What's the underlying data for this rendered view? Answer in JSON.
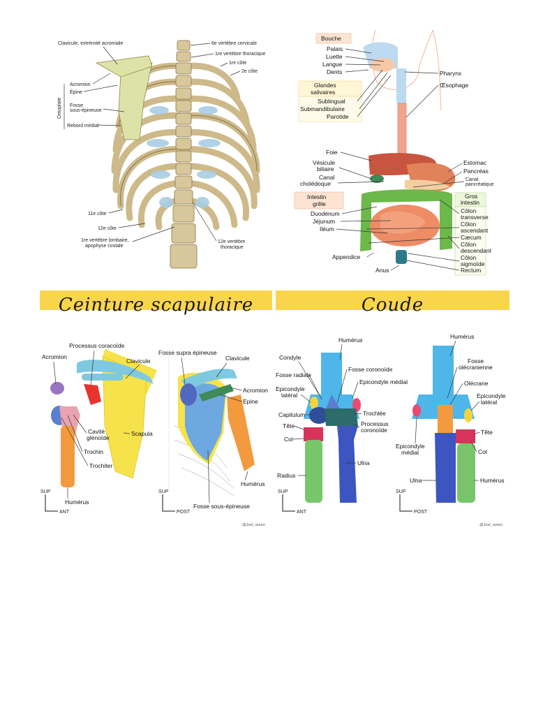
{
  "skeleton": {
    "labels": {
      "clavicule": "Clavicule, extrémité acromiale",
      "acromion": "Acromion",
      "epine": "Épine",
      "omoplate": "Omoplate",
      "fosse": "Fosse",
      "sous_epineuse": "sous-épineuse",
      "rebord": "Rebord médial",
      "c6": "6e vertèbre cervicale",
      "t1": "1re vertèbre thoracique",
      "cote1": "1re côte",
      "cote2": "2e côte",
      "cote11": "11e côte",
      "cote12": "12e côte",
      "l1_a": "1re vertèbre lombaire,",
      "l1_b": "apophyse costale",
      "t12_a": "12e vertèbre",
      "t12_b": "thoracique"
    }
  },
  "digestive": {
    "bouche": "Bouche",
    "palais": "Palais",
    "luette": "Luette",
    "langue": "Langue",
    "dents": "Dents",
    "glandes_a": "Glandes",
    "glandes_b": "salivaires",
    "sublingual": "Sublingual",
    "submandibulaire": "Submandibulaire",
    "parotide": "Parotide",
    "pharynx": "Pharynx",
    "oesophage": "Œsophage",
    "foie": "Foie",
    "vesicule_a": "Vésicule",
    "vesicule_b": "biliaire",
    "canal_a": "Canal",
    "canal_b": "cholédoque",
    "estomac": "Estomac",
    "pancreas": "Pancréas",
    "canal_panc_a": "Canal",
    "canal_panc_b": "pancréatique",
    "intestin_grele_a": "Intestin",
    "intestin_grele_b": "grêle",
    "gros_intestin_a": "Gros",
    "gros_intestin_b": "intestin",
    "duodenum": "Duodénum",
    "jejunum": "Jéjunum",
    "ileum": "Iléum",
    "colon_transverse_a": "Côlon",
    "colon_transverse_b": "transverse",
    "colon_ascendant_a": "Côlon",
    "colon_ascendant_b": "ascendant",
    "caecum": "Cæcum",
    "colon_descendant_a": "Côlon",
    "colon_descendant_b": "descendant",
    "colon_sigmoide_a": "Côlon",
    "colon_sigmoide_b": "sigmoïde",
    "rectum": "Rectum",
    "appendice": "Appendice",
    "anus": "Anus"
  },
  "banners": {
    "left": "Ceinture scapulaire",
    "right": "Coude"
  },
  "shoulder": {
    "acromion": "Acromion",
    "processus": "Processus coracoïde",
    "clavicule": "Clavicule",
    "cavite_a": "Cavité",
    "cavite_b": "glénoïde",
    "trochin": "Trochin",
    "trochiter": "Trochiter",
    "scapula": "Scapula",
    "humerus": "Humérus",
    "fosse_supra": "Fosse supra épineuse",
    "clavicule2": "Clavicule",
    "acromion2": "Acromion",
    "epine": "Epine",
    "humerus2": "Humérus",
    "fosse_sous": "Fosse sous-épineuse",
    "sup": "SUP",
    "ant": "ANT",
    "post": "POST",
    "credit": "@Just_aureo"
  },
  "elbow": {
    "humerus": "Humérus",
    "condyle": "Condyle",
    "fosse_coronoide": "Fosse coronoïde",
    "fosse_radiale": "Fosse radiale",
    "epicondyle_medial": "Epicondyle médial",
    "epicondyle_lateral_a": "Epicondyle",
    "epicondyle_lateral_b": "latéral",
    "capitulum": "Capitulum",
    "trochlee": "Trochlée",
    "tete": "Tête",
    "col": "Col",
    "processus_a": "Processus",
    "processus_b": "coronoïde",
    "ulna": "Ulna",
    "radius": "Radius",
    "humerus2": "Humérus",
    "fosse_olec_a": "Fosse",
    "fosse_olec_b": "olécranienne",
    "olecrane": "Olécrane",
    "epi_lat2_a": "Epicondyle",
    "epi_lat2_b": "latéral",
    "tete2": "Tête",
    "epi_med2_a": "Epicondyle",
    "epi_med2_b": "médial",
    "col2": "Col",
    "ulna2": "Ulna",
    "humerus3": "Humérus",
    "sup": "SUP",
    "ant": "ANT",
    "post": "POST",
    "credit": "@Just_aureo"
  }
}
